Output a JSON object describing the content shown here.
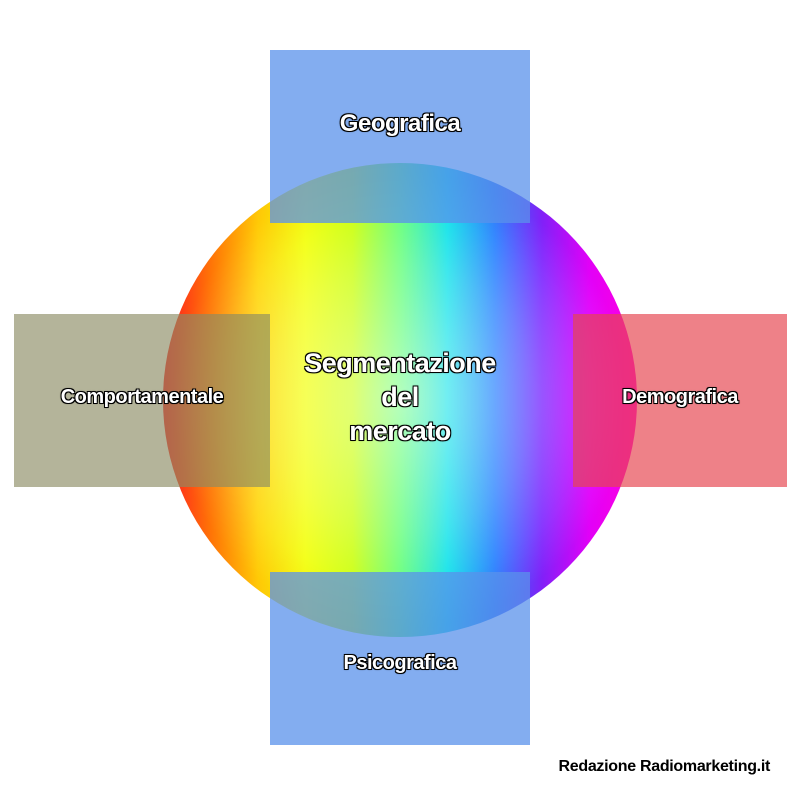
{
  "diagram": {
    "center": {
      "lines": [
        "Segmentazione",
        "del",
        "mercato"
      ]
    },
    "top": {
      "label": "Geografica",
      "color": "#5a91eb"
    },
    "bottom": {
      "label": "Psicografica",
      "color": "#5a91eb"
    },
    "left": {
      "label": "Comportamentale",
      "color": "#8c8c64"
    },
    "right": {
      "label": "Demografica",
      "color": "#e64650"
    },
    "circle_colors": [
      "#ff1a1a",
      "#ff7a00",
      "#f2ff00",
      "#5cff6e",
      "#00e0e8",
      "#1e7bff",
      "#7a22ff",
      "#ff00e6"
    ]
  },
  "footer": {
    "credit": "Redazione Radiomarketing.it"
  }
}
